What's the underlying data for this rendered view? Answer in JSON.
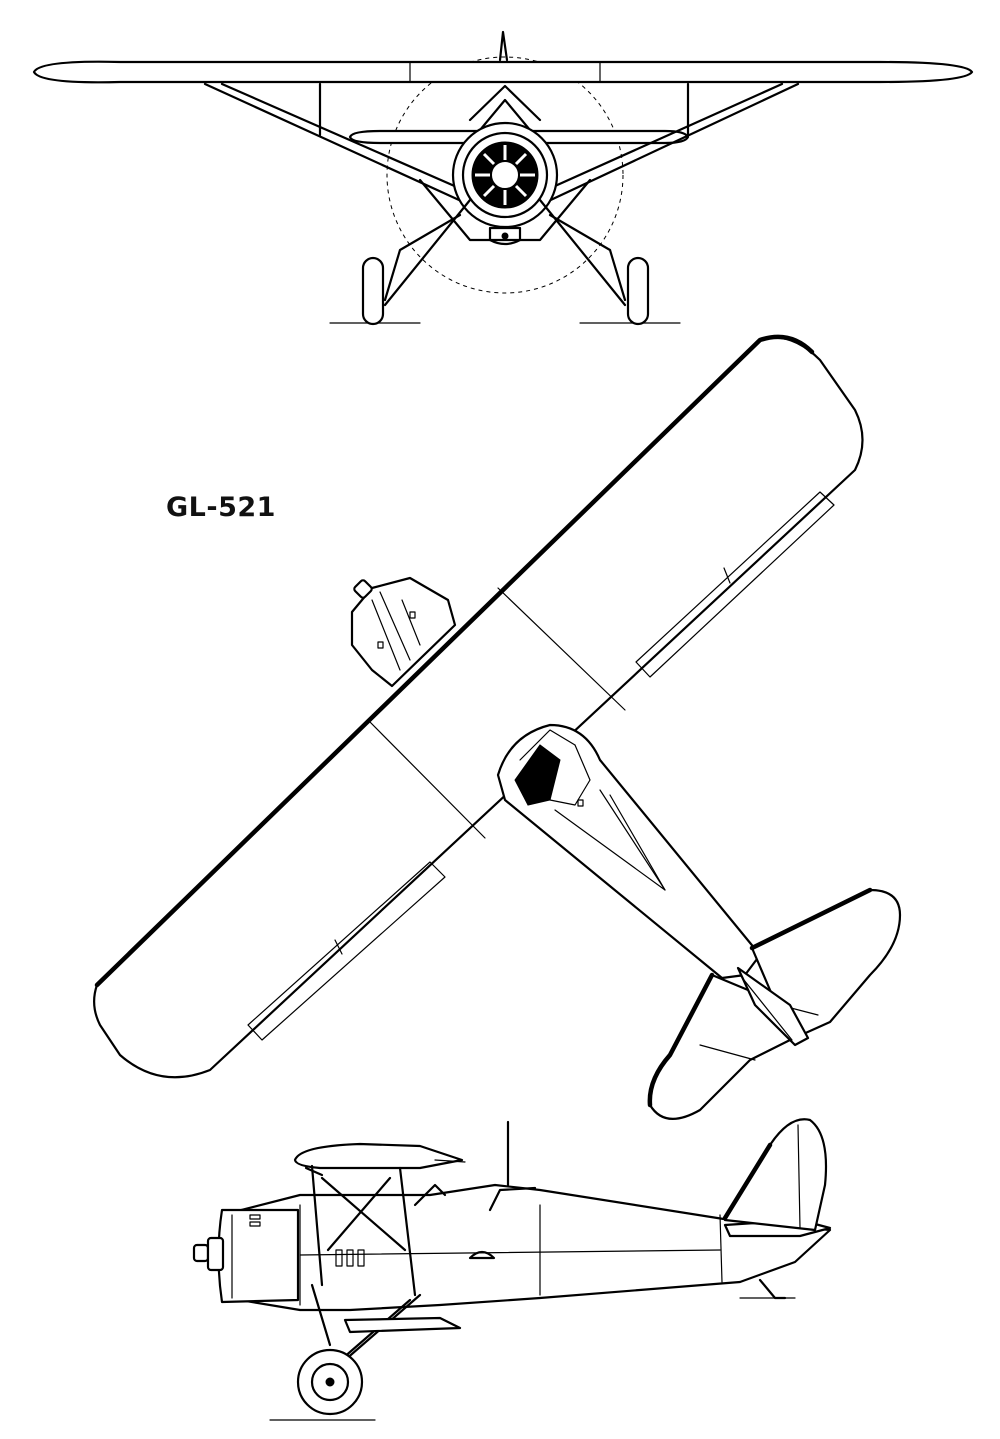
{
  "diagram": {
    "designation": "GL-521",
    "views": [
      "front-view",
      "top-view",
      "side-view"
    ]
  }
}
